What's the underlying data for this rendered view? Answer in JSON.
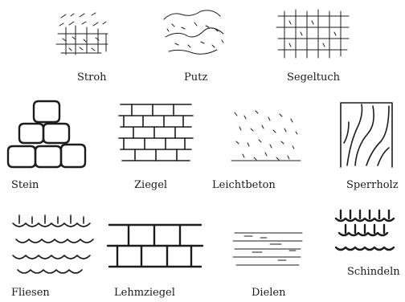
{
  "materials": {
    "stroh": "Stroh",
    "putz": "Putz",
    "segeltuch": "Segeltuch",
    "stein": "Stein",
    "ziegel": "Ziegel",
    "leichtbeton": "Leichtbeton",
    "sperrholz": "Sperrholz",
    "fliesen": "Fliesen",
    "lehmziegel": "Lehmziegel",
    "dielen": "Dielen",
    "schindeln": "Schindeln"
  },
  "ink_color": "#1c1c1c"
}
